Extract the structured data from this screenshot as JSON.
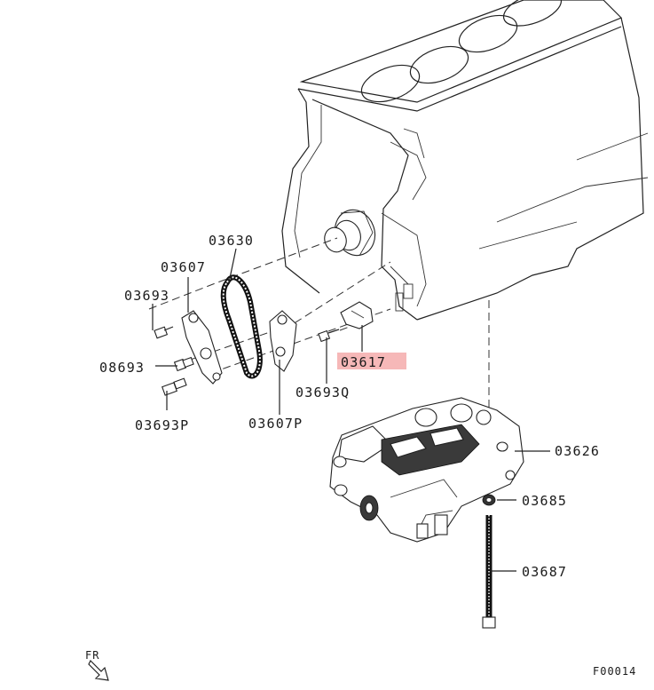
{
  "labels": {
    "p03630": "03630",
    "p03607": "03607",
    "p03693": "03693",
    "p08693": "08693",
    "p03693P": "03693P",
    "p03607P": "03607P",
    "p03617": "03617",
    "p03693Q": "03693Q",
    "p03626": "03626",
    "p03685": "03685",
    "p03687": "03687"
  },
  "direction_marker": "FR",
  "figure_code": "F00014",
  "highlight_color": "#f6b8b8"
}
